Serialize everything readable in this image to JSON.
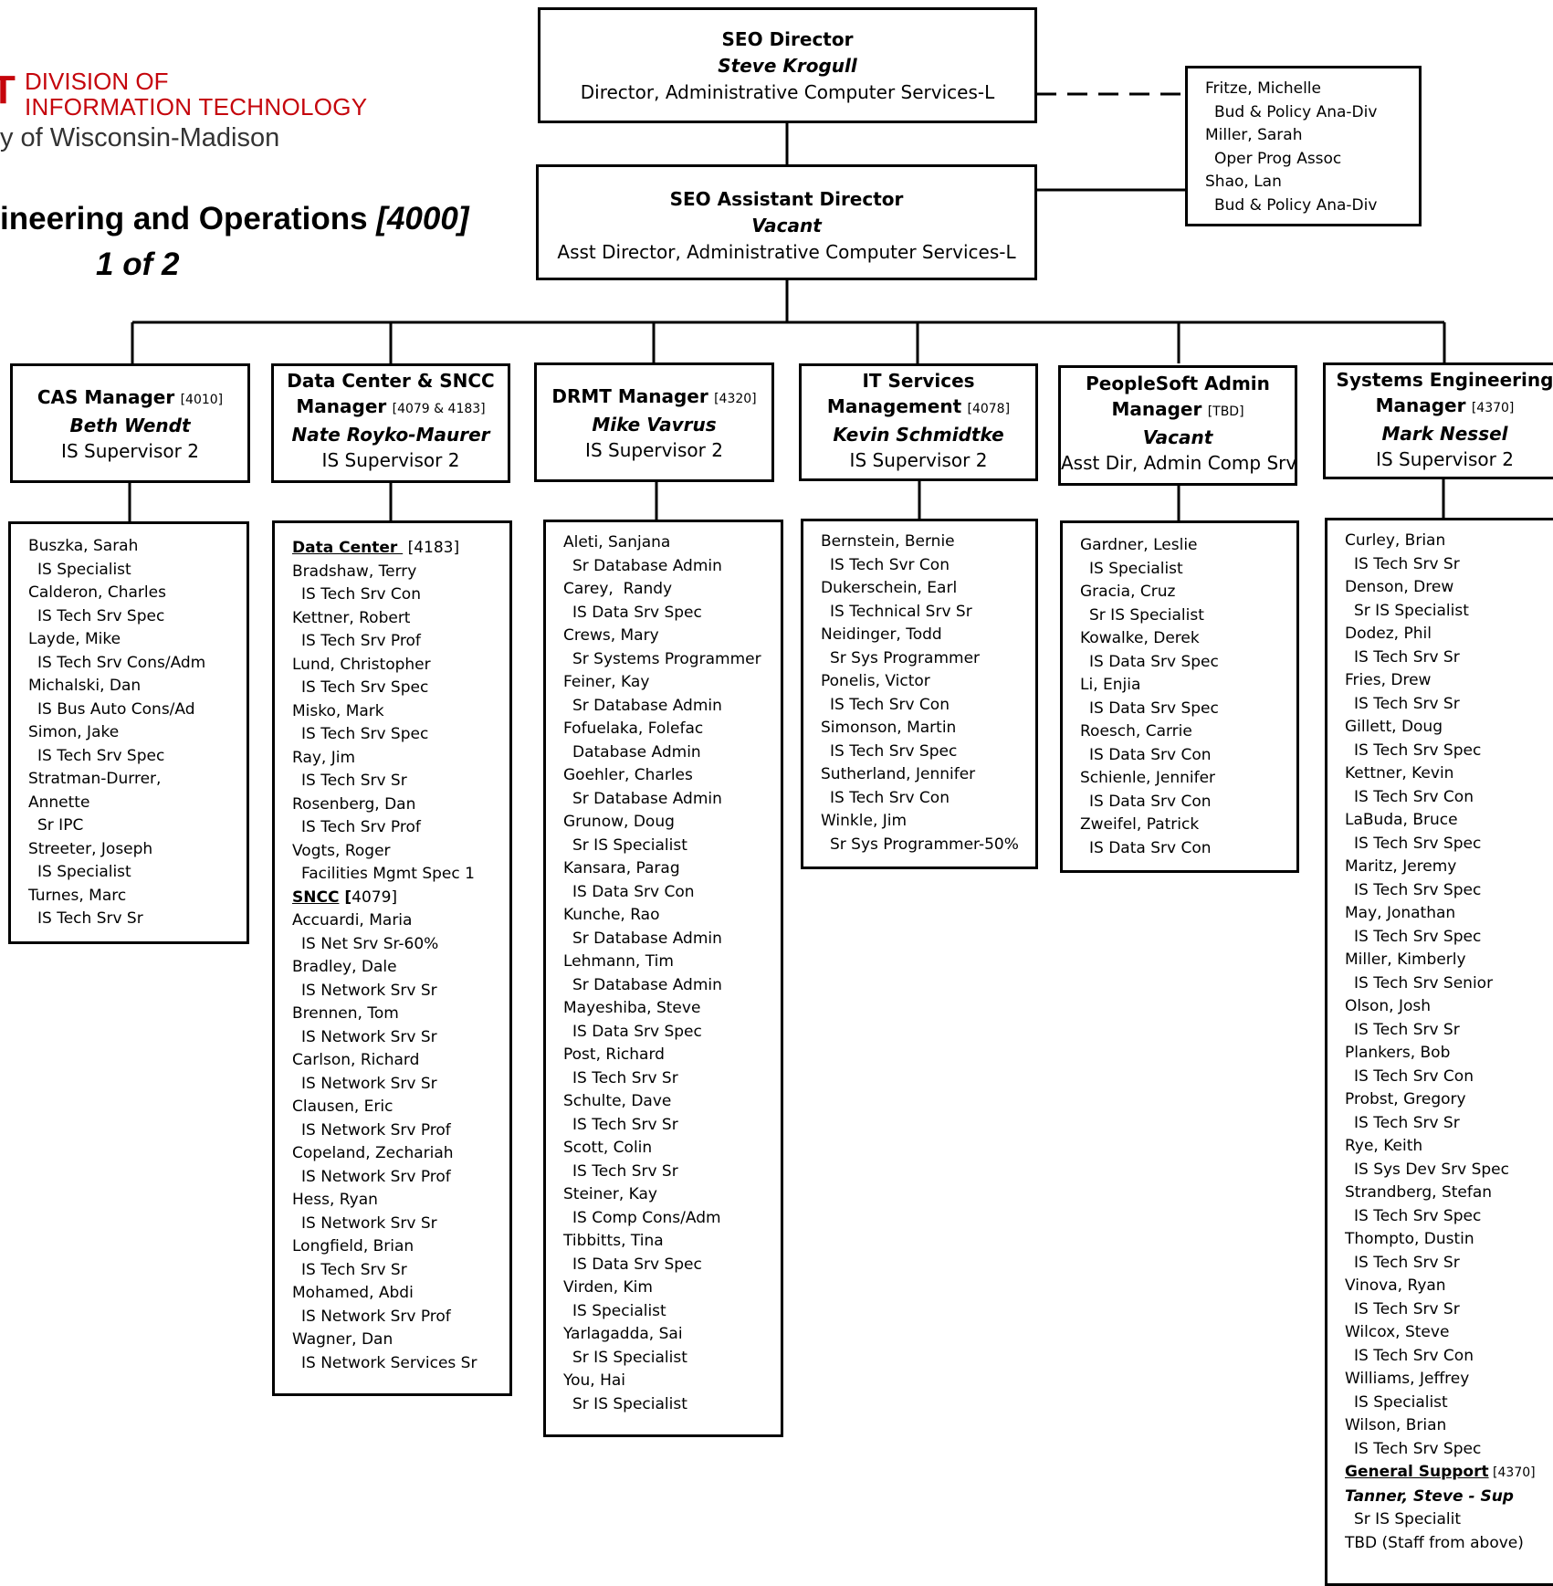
{
  "logo": {
    "mark": "T",
    "line1": "DIVISION OF",
    "line2": "INFORMATION TECHNOLOGY",
    "line3": "y of Wisconsin-Madison"
  },
  "page": {
    "title_main": "ineering and Operations ",
    "title_code": "[4000]",
    "subtitle": "1 of 2"
  },
  "director": {
    "title": "SEO Director",
    "name": "Steve Krogull",
    "position": "Director, Administrative Computer Services-L"
  },
  "assistant": {
    "title": "SEO Assistant Director",
    "name": "Vacant",
    "position": "Asst Director, Administrative Computer Services-L"
  },
  "staff": [
    {
      "name": "Fritze, Michelle",
      "role": "Bud & Policy Ana-Div"
    },
    {
      "name": "Miller, Sarah",
      "role": "Oper Prog Assoc"
    },
    {
      "name": "Shao, Lan",
      "role": "Bud & Policy Ana-Div"
    }
  ],
  "managers": [
    {
      "title": "CAS Manager",
      "code": "[4010]",
      "name": "Beth Wendt",
      "position": "IS Supervisor 2"
    },
    {
      "title": "Data Center & SNCC",
      "title2": "Manager",
      "code": "[4079 & 4183]",
      "name": "Nate Royko-Maurer",
      "position": "IS Supervisor 2"
    },
    {
      "title": "DRMT Manager",
      "code": "[4320]",
      "name": "Mike Vavrus",
      "position": "IS Supervisor 2"
    },
    {
      "title": "IT Services",
      "title2": "Management",
      "code": "[4078]",
      "name": "Kevin Schmidtke",
      "position": "IS Supervisor 2"
    },
    {
      "title": "PeopleSoft Admin",
      "title2": "Manager",
      "code": "[TBD]",
      "name": "Vacant",
      "position": "Asst Dir, Admin Comp Srv"
    },
    {
      "title": "Systems Engineering",
      "title2": "Manager",
      "code": "[4370]",
      "name": "Mark Nessel",
      "position": "IS Supervisor 2"
    }
  ],
  "teams": {
    "cas": [
      {
        "name": "Buszka, Sarah",
        "role": "IS Specialist"
      },
      {
        "name": "Calderon, Charles",
        "role": "IS Tech Srv Spec"
      },
      {
        "name": "Layde, Mike",
        "role": "IS Tech Srv Cons/Adm"
      },
      {
        "name": "Michalski, Dan",
        "role": "IS Bus Auto Cons/Ad"
      },
      {
        "name": "Simon, Jake",
        "role": "IS Tech Srv Spec"
      },
      {
        "name": "Stratman-Durrer,",
        "name2": "Annette",
        "role": "Sr IPC"
      },
      {
        "name": "Streeter, Joseph",
        "role": "IS Specialist"
      },
      {
        "name": "Turnes, Marc",
        "role": "IS Tech Srv Sr"
      }
    ],
    "datacenter": {
      "header1": "Data Center ",
      "header1_code": "[4183]",
      "group1": [
        {
          "name": "Bradshaw, Terry",
          "role": "IS Tech Srv Con"
        },
        {
          "name": "Kettner, Robert",
          "role": "IS Tech Srv Prof"
        },
        {
          "name": "Lund, Christopher",
          "role": "IS Tech Srv Spec"
        },
        {
          "name": "Misko, Mark",
          "role": "IS Tech Srv Spec"
        },
        {
          "name": "Ray, Jim",
          "role": "IS Tech Srv Sr"
        },
        {
          "name": "Rosenberg, Dan",
          "role": "IS Tech Srv Prof"
        },
        {
          "name": "Vogts, Roger",
          "role": "Facilities Mgmt Spec 1"
        }
      ],
      "header2": "SNCC",
      "header2_bracket": " [",
      "header2_code": "4079]",
      "group2": [
        {
          "name": "Accuardi, Maria",
          "role": "IS Net Srv Sr-60%"
        },
        {
          "name": "Bradley, Dale",
          "role": "IS Network Srv Sr"
        },
        {
          "name": "Brennen, Tom",
          "role": "IS Network Srv Sr"
        },
        {
          "name": "Carlson, Richard",
          "role": "IS Network Srv Sr"
        },
        {
          "name": "Clausen, Eric",
          "role": "IS Network Srv Prof"
        },
        {
          "name": "Copeland, Zechariah",
          "role": "IS Network Srv Prof"
        },
        {
          "name": "Hess, Ryan",
          "role": "IS Network Srv Sr"
        },
        {
          "name": "Longfield, Brian",
          "role": "IS Tech Srv Sr"
        },
        {
          "name": "Mohamed, Abdi",
          "role": "IS Network Srv Prof"
        },
        {
          "name": "Wagner, Dan",
          "role": "IS Network Services Sr"
        }
      ]
    },
    "drmt": [
      {
        "name": "Aleti, Sanjana",
        "role": "Sr Database Admin"
      },
      {
        "name": "Carey,  Randy",
        "role": "IS Data Srv Spec"
      },
      {
        "name": "Crews, Mary",
        "role": "Sr Systems Programmer"
      },
      {
        "name": "Feiner, Kay",
        "role": "Sr Database Admin"
      },
      {
        "name": "Fofuelaka, Folefac",
        "role": "Database Admin"
      },
      {
        "name": "Goehler, Charles",
        "role": "Sr Database Admin"
      },
      {
        "name": "Grunow, Doug",
        "role": "Sr IS Specialist"
      },
      {
        "name": "Kansara, Parag",
        "role": "IS Data Srv Con"
      },
      {
        "name": "Kunche, Rao",
        "role": "Sr Database Admin"
      },
      {
        "name": "Lehmann, Tim",
        "role": "Sr Database Admin"
      },
      {
        "name": "Mayeshiba, Steve",
        "role": "IS Data Srv Spec"
      },
      {
        "name": "Post, Richard",
        "role": "IS Tech Srv Sr"
      },
      {
        "name": "Schulte, Dave",
        "role": "IS Tech Srv Sr"
      },
      {
        "name": "Scott, Colin",
        "role": "IS Tech Srv Sr"
      },
      {
        "name": "Steiner, Kay",
        "role": "IS Comp Cons/Adm"
      },
      {
        "name": "Tibbitts, Tina",
        "role": "IS Data Srv Spec"
      },
      {
        "name": "Virden, Kim",
        "role": "IS Specialist"
      },
      {
        "name": "Yarlagadda, Sai",
        "role": "Sr IS Specialist"
      },
      {
        "name": "You, Hai",
        "role": "Sr IS Specialist"
      }
    ],
    "itsm": [
      {
        "name": "Bernstein, Bernie",
        "role": "IS Tech Svr Con"
      },
      {
        "name": "Dukerschein, Earl",
        "role": "IS Technical Srv Sr"
      },
      {
        "name": "Neidinger, Todd",
        "role": "Sr Sys Programmer"
      },
      {
        "name": "Ponelis, Victor",
        "role": "IS Tech Srv Con"
      },
      {
        "name": "Simonson, Martin",
        "role": "IS Tech Srv Spec"
      },
      {
        "name": "Sutherland, Jennifer",
        "role": "IS Tech Srv Con"
      },
      {
        "name": "Winkle, Jim",
        "role": "Sr Sys Programmer-50%"
      }
    ],
    "peoplesoft": [
      {
        "name": "Gardner, Leslie",
        "role": "IS Specialist"
      },
      {
        "name": "Gracia, Cruz",
        "role": "Sr IS Specialist"
      },
      {
        "name": "Kowalke, Derek",
        "role": "IS Data Srv Spec"
      },
      {
        "name": "Li, Enjia",
        "role": "IS Data Srv Spec"
      },
      {
        "name": "Roesch, Carrie",
        "role": "IS Data Srv Con"
      },
      {
        "name": "Schienle, Jennifer",
        "role": "IS Data Srv Con"
      },
      {
        "name": "Zweifel, Patrick",
        "role": "IS Data Srv Con"
      }
    ],
    "syseng": {
      "members": [
        {
          "name": "Curley, Brian",
          "role": "IS Tech Srv Sr"
        },
        {
          "name": "Denson, Drew",
          "role": "Sr IS Specialist"
        },
        {
          "name": "Dodez, Phil",
          "role": "IS Tech Srv Sr"
        },
        {
          "name": "Fries, Drew",
          "role": "IS Tech Srv Sr"
        },
        {
          "name": "Gillett, Doug",
          "role": "IS Tech Srv Spec"
        },
        {
          "name": "Kettner, Kevin",
          "role": "IS Tech Srv Con"
        },
        {
          "name": "LaBuda, Bruce",
          "role": "IS Tech Srv Spec"
        },
        {
          "name": "Maritz, Jeremy",
          "role": "IS Tech Srv Spec"
        },
        {
          "name": "May, Jonathan",
          "role": "IS Tech Srv Spec"
        },
        {
          "name": "Miller, Kimberly",
          "role": "IS Tech Srv Senior"
        },
        {
          "name": "Olson, Josh",
          "role": "IS Tech Srv Sr"
        },
        {
          "name": "Plankers, Bob",
          "role": "IS Tech Srv Con"
        },
        {
          "name": "Probst, Gregory",
          "role": "IS Tech Srv Sr"
        },
        {
          "name": "Rye, Keith",
          "role": "IS Sys Dev Srv Spec"
        },
        {
          "name": "Strandberg, Stefan",
          "role": "IS Tech Srv Spec"
        },
        {
          "name": "Thompto, Dustin",
          "role": "IS Tech Srv Sr"
        },
        {
          "name": "Vinova, Ryan",
          "role": "IS Tech Srv Sr"
        },
        {
          "name": "Wilcox, Steve",
          "role": "IS Tech Srv Con"
        },
        {
          "name": "Williams, Jeffrey",
          "role": "IS Specialist"
        },
        {
          "name": "Wilson, Brian",
          "role": "IS Tech Srv Spec"
        }
      ],
      "support_header": "General Support",
      "support_code": " [4370]",
      "support_lead": "Tanner, Steve - Sup",
      "support_lead_role": "Sr IS Specialit",
      "support_note": "TBD (Staff from above)"
    }
  }
}
